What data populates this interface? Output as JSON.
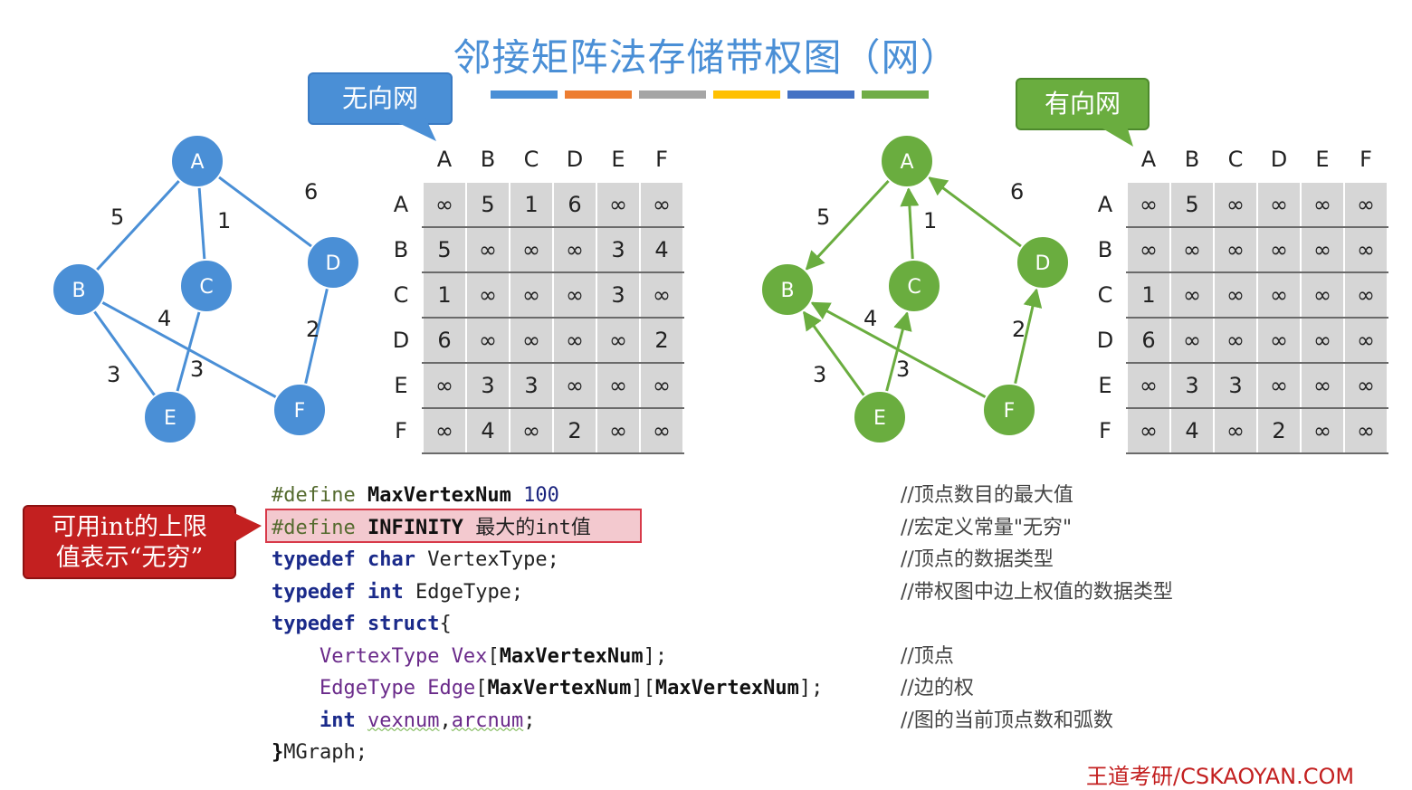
{
  "title": "邻接矩阵法存储带权图（网）",
  "stripes": [
    "#4a8fd6",
    "#ed7d31",
    "#a5a5a5",
    "#ffc000",
    "#4472c4",
    "#70ad47"
  ],
  "callouts": {
    "undirected": "无向网",
    "directed": "有向网",
    "infinity_note_line1": "可用int的上限",
    "infinity_note_line2": "值表示“无穷”"
  },
  "colors": {
    "undirected": "#4a8fd6",
    "directed": "#6aad3f",
    "highlight": "#c32020"
  },
  "undirected_graph": {
    "vertices": [
      {
        "id": "A",
        "label": "A"
      },
      {
        "id": "B",
        "label": "B"
      },
      {
        "id": "C",
        "label": "C"
      },
      {
        "id": "D",
        "label": "D"
      },
      {
        "id": "E",
        "label": "E"
      },
      {
        "id": "F",
        "label": "F"
      }
    ],
    "edges": [
      {
        "from": "A",
        "to": "B",
        "weight": "5"
      },
      {
        "from": "A",
        "to": "C",
        "weight": "1"
      },
      {
        "from": "A",
        "to": "D",
        "weight": "6"
      },
      {
        "from": "B",
        "to": "F",
        "weight": "4"
      },
      {
        "from": "B",
        "to": "E",
        "weight": "3"
      },
      {
        "from": "C",
        "to": "E",
        "weight": "3"
      },
      {
        "from": "D",
        "to": "F",
        "weight": "2"
      }
    ]
  },
  "directed_graph": {
    "vertices": [
      {
        "id": "A",
        "label": "A"
      },
      {
        "id": "B",
        "label": "B"
      },
      {
        "id": "C",
        "label": "C"
      },
      {
        "id": "D",
        "label": "D"
      },
      {
        "id": "E",
        "label": "E"
      },
      {
        "id": "F",
        "label": "F"
      }
    ],
    "edges": [
      {
        "from": "A",
        "to": "B",
        "weight": "5"
      },
      {
        "from": "C",
        "to": "A",
        "weight": "1"
      },
      {
        "from": "D",
        "to": "A",
        "weight": "6"
      },
      {
        "from": "F",
        "to": "B",
        "weight": "4"
      },
      {
        "from": "E",
        "to": "B",
        "weight": "3"
      },
      {
        "from": "E",
        "to": "C",
        "weight": "3"
      },
      {
        "from": "F",
        "to": "D",
        "weight": "2"
      }
    ]
  },
  "matrix_headers": [
    "A",
    "B",
    "C",
    "D",
    "E",
    "F"
  ],
  "undirected_matrix": [
    [
      "∞",
      "5",
      "1",
      "6",
      "∞",
      "∞"
    ],
    [
      "5",
      "∞",
      "∞",
      "∞",
      "3",
      "4"
    ],
    [
      "1",
      "∞",
      "∞",
      "∞",
      "3",
      "∞"
    ],
    [
      "6",
      "∞",
      "∞",
      "∞",
      "∞",
      "2"
    ],
    [
      "∞",
      "3",
      "3",
      "∞",
      "∞",
      "∞"
    ],
    [
      "∞",
      "4",
      "∞",
      "2",
      "∞",
      "∞"
    ]
  ],
  "directed_matrix": [
    [
      "∞",
      "5",
      "∞",
      "∞",
      "∞",
      "∞"
    ],
    [
      "∞",
      "∞",
      "∞",
      "∞",
      "∞",
      "∞"
    ],
    [
      "1",
      "∞",
      "∞",
      "∞",
      "∞",
      "∞"
    ],
    [
      "6",
      "∞",
      "∞",
      "∞",
      "∞",
      "∞"
    ],
    [
      "∞",
      "3",
      "3",
      "∞",
      "∞",
      "∞"
    ],
    [
      "∞",
      "4",
      "∞",
      "2",
      "∞",
      "∞"
    ]
  ],
  "code": {
    "l1_define": "#define",
    "l1_name": "MaxVertexNum",
    "l1_value": "100",
    "l2_define": "#define",
    "l2_name": "INFINITY",
    "l2_rest": "最大的int值",
    "l3_typedef": "typedef",
    "l3_type": "char",
    "l3_name": "VertexType;",
    "l4_typedef": "typedef",
    "l4_type": "int",
    "l4_name": "EdgeType;",
    "l5_typedef": "typedef",
    "l5_struct": "struct",
    "l5_brace": "{",
    "l6_type": "VertexType",
    "l6_var": "Vex",
    "l6_open": "[",
    "l6_size": "MaxVertexNum",
    "l6_close": "];",
    "l7_type": "EdgeType",
    "l7_var": "Edge",
    "l7_open1": "[",
    "l7_size1": "MaxVertexNum",
    "l7_mid": "][",
    "l7_size2": "MaxVertexNum",
    "l7_close": "];",
    "l8_type": "int",
    "l8_var1": "vexnum",
    "l8_comma": ",",
    "l8_var2": "arcnum",
    "l8_end": ";",
    "l9_brace": "}",
    "l9_name": "MGraph;"
  },
  "comments": {
    "c1": "//顶点数目的最大值",
    "c2": "//宏定义常量\"无穷\"",
    "c3": "//顶点的数据类型",
    "c4": "//带权图中边上权值的数据类型",
    "c6": "//顶点",
    "c7": "//边的权",
    "c8": "//图的当前顶点数和弧数"
  },
  "footer": "王道考研/CSKAOYAN.COM"
}
